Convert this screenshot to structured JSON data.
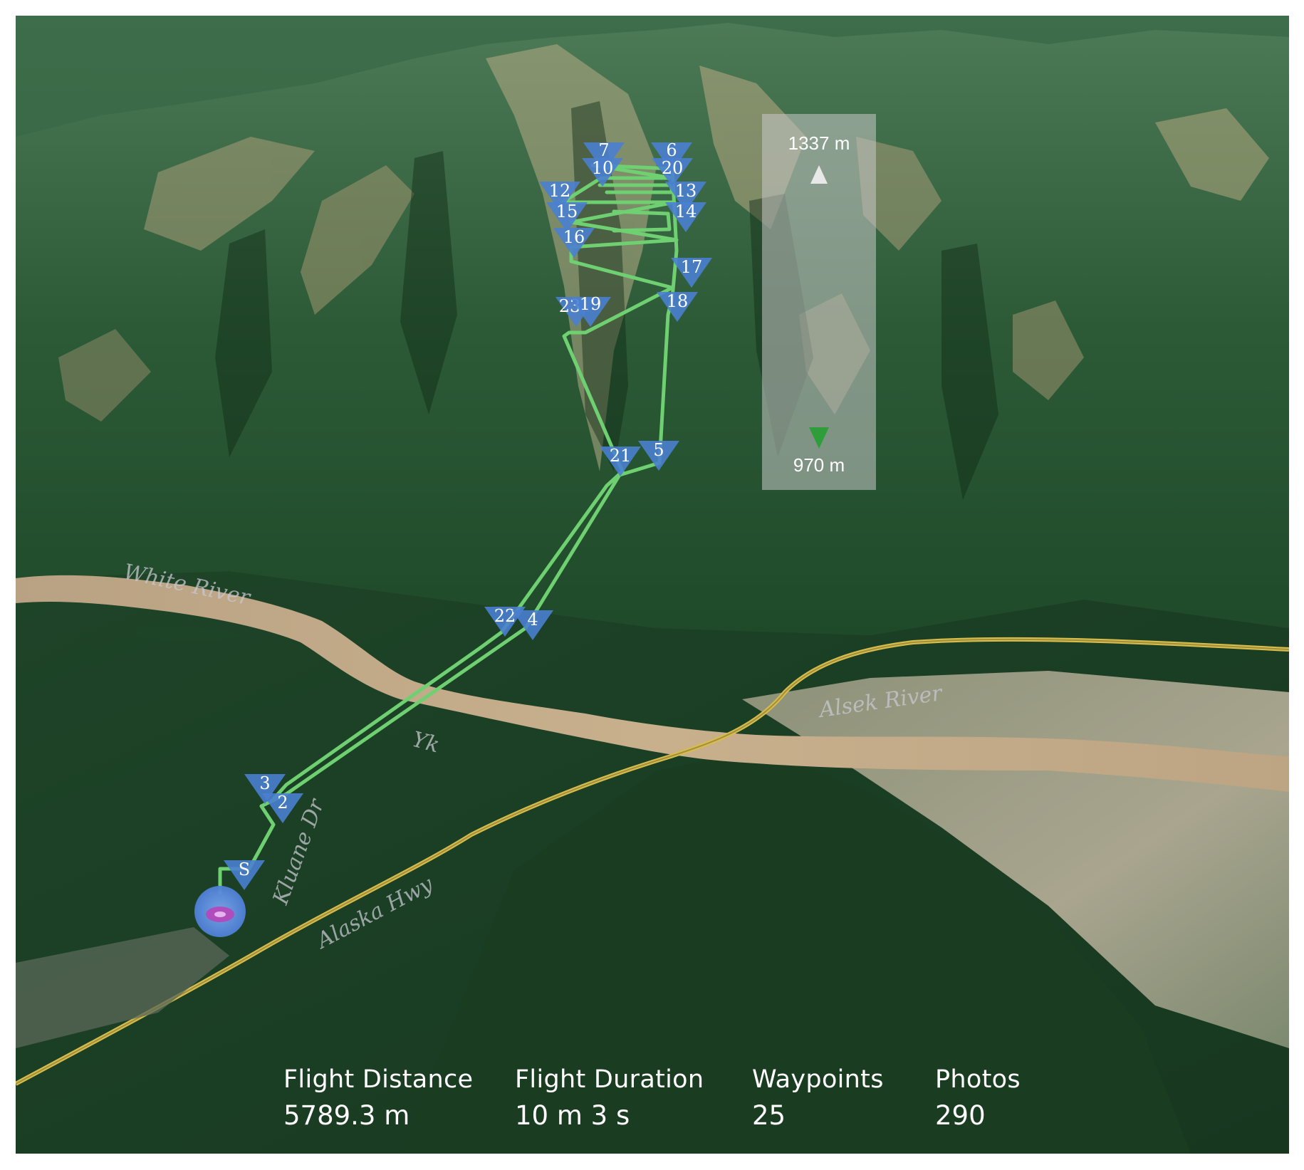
{
  "map": {
    "river_labels": [
      "White River",
      "Alsek River"
    ],
    "terrain_text": "Yk",
    "road_labels": [
      "Alaska Hwy",
      "Kluane Dr"
    ]
  },
  "legend": {
    "max_label": "1337 m",
    "min_label": "970 m",
    "colors": {
      "high": "#e8e8e8",
      "mid_high": "#9a6a3a",
      "mid": "#c89a30",
      "low": "#2f9e3a"
    }
  },
  "flight": {
    "path_color": "#6fd072",
    "marker_color": "#4a7fd0",
    "home_color": "#5d8fe0",
    "waypoints": [
      {
        "label": "7"
      },
      {
        "label": "6"
      },
      {
        "label": "10"
      },
      {
        "label": "20"
      },
      {
        "label": "12"
      },
      {
        "label": "13"
      },
      {
        "label": "15"
      },
      {
        "label": "14"
      },
      {
        "label": "16"
      },
      {
        "label": "17"
      },
      {
        "label": "23"
      },
      {
        "label": "19"
      },
      {
        "label": "18"
      },
      {
        "label": "21"
      },
      {
        "label": "5"
      },
      {
        "label": "22"
      },
      {
        "label": "4"
      },
      {
        "label": "3"
      },
      {
        "label": "2"
      },
      {
        "label": "S"
      }
    ]
  },
  "stats": [
    {
      "label": "Flight Distance",
      "value": "5789.3 m"
    },
    {
      "label": "Flight Duration",
      "value": "10 m 3 s"
    },
    {
      "label": "Waypoints",
      "value": "25"
    },
    {
      "label": "Photos",
      "value": "290"
    }
  ]
}
